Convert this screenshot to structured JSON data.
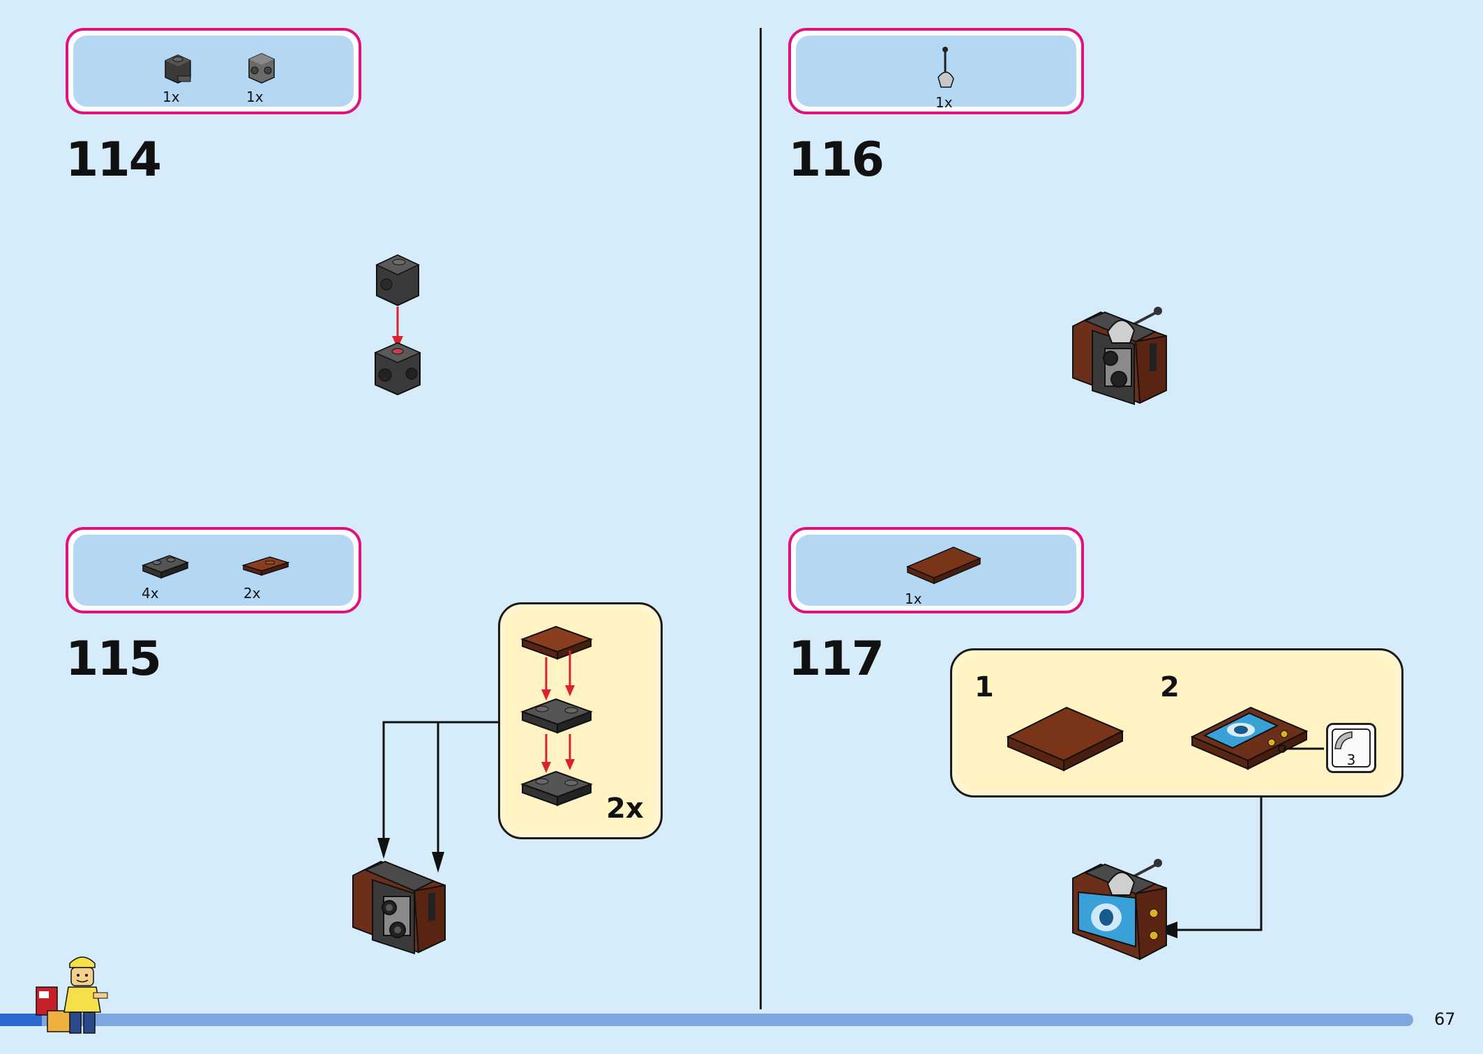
{
  "page_number": "67",
  "steps": [
    {
      "number": "114",
      "parts": [
        {
          "qty": "1x",
          "icon": "black-bracket-brick-icon"
        },
        {
          "qty": "1x",
          "icon": "grey-studs-brick-icon"
        }
      ]
    },
    {
      "number": "115",
      "parts": [
        {
          "qty": "4x",
          "icon": "black-plate-1x2-icon"
        },
        {
          "qty": "2x",
          "icon": "brown-tile-1x2-icon"
        }
      ],
      "callout_multiplier": "2x"
    },
    {
      "number": "116",
      "parts": [
        {
          "qty": "1x",
          "icon": "antenna-dish-icon"
        }
      ]
    },
    {
      "number": "117",
      "parts": [
        {
          "qty": "1x",
          "icon": "brown-tile-2x4-icon"
        }
      ],
      "sub_steps": [
        "1",
        "2"
      ],
      "sticker_number": "3"
    }
  ],
  "colors": {
    "background": "#d6ecfb",
    "parts_border": "#e0137d",
    "parts_fill": "#b4d8f4",
    "callout_fill": "#fff6cf",
    "arrow_red": "#d8232a",
    "brown": "#6b2f1a",
    "black_brick": "#3a3a3a",
    "grey_brick": "#8a8a8a",
    "screen_blue": "#3aa0d8",
    "progress_bar": "#7ea6e0"
  }
}
